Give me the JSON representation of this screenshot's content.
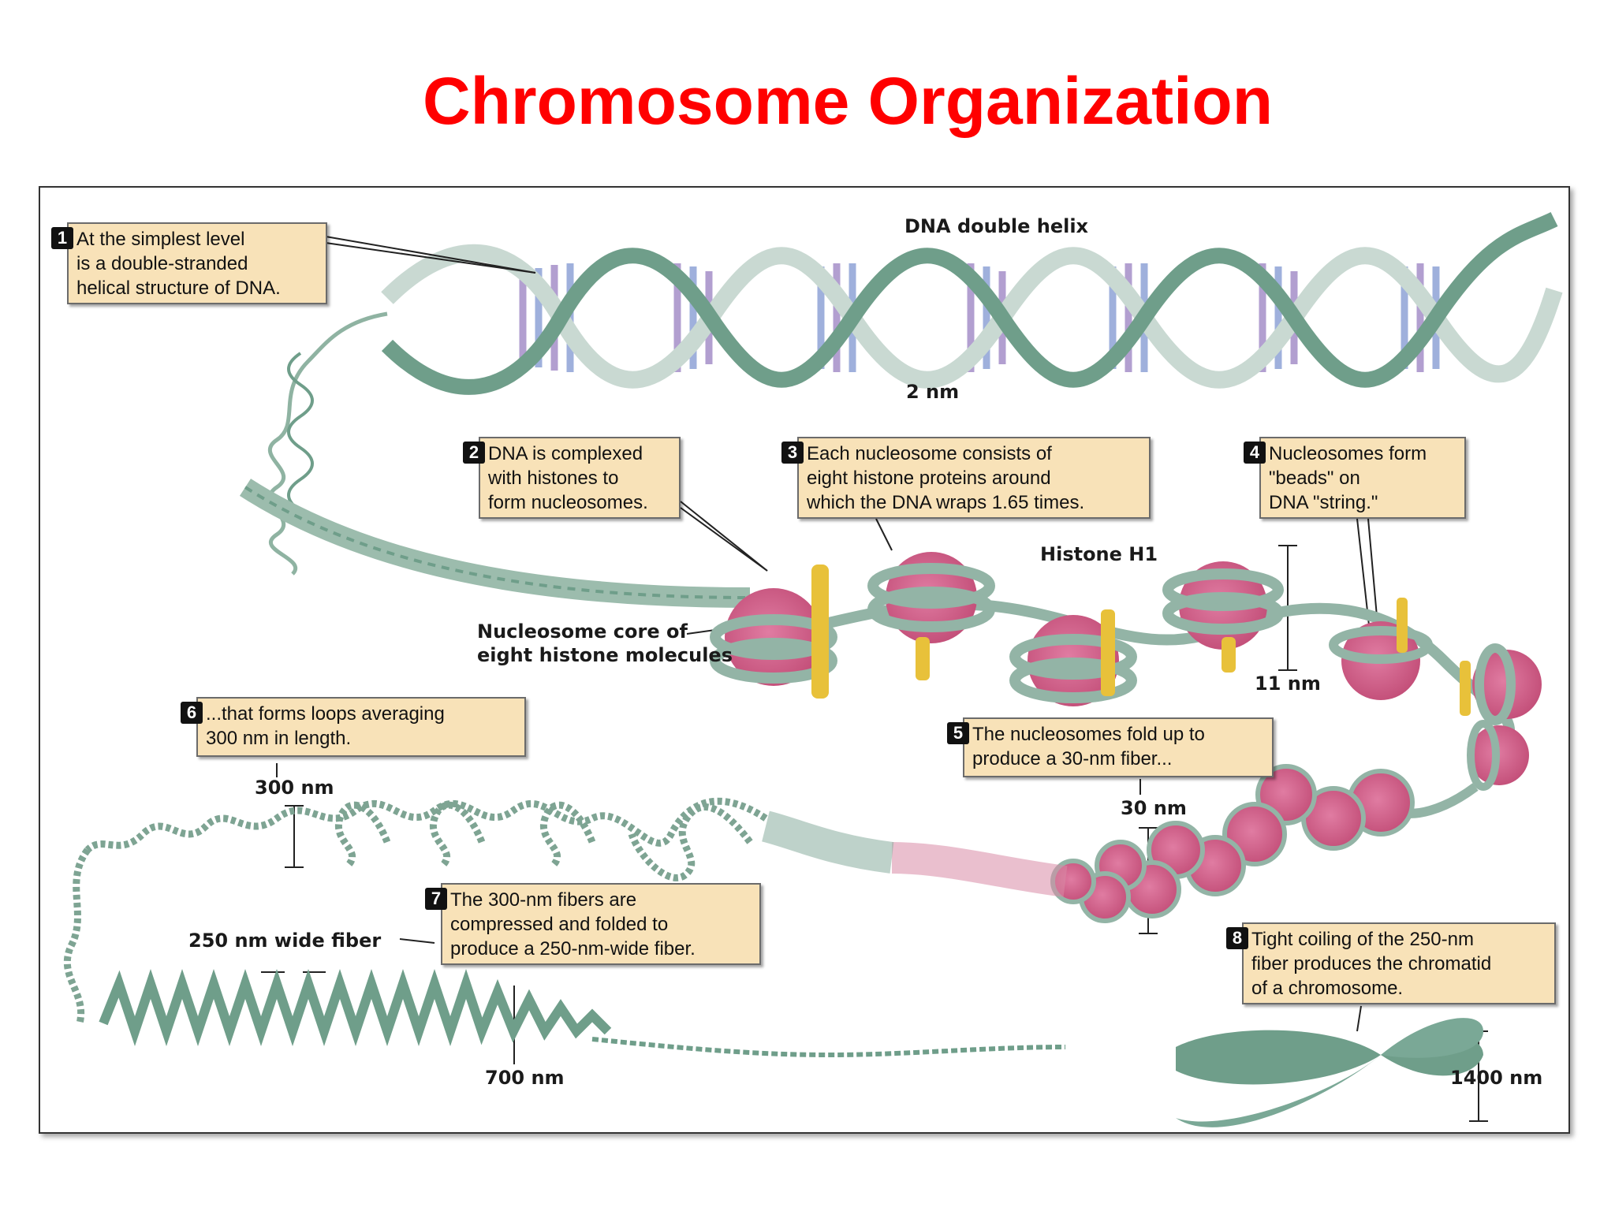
{
  "title": "Chromosome Organization",
  "callouts": [
    {
      "num": "1",
      "text": "At the simplest level\nis a double-stranded\nhelical structure of DNA."
    },
    {
      "num": "2",
      "text": "DNA is complexed\nwith histones to\nform nucleosomes."
    },
    {
      "num": "3",
      "text": "Each nucleosome consists of\neight histone proteins around\nwhich the DNA wraps 1.65 times."
    },
    {
      "num": "4",
      "text": "Nucleosomes form\n\"beads\" on\nDNA \"string.\""
    },
    {
      "num": "5",
      "text": "The nucleosomes fold up to\nproduce a 30-nm fiber..."
    },
    {
      "num": "6",
      "text": "...that forms loops averaging\n300 nm in length."
    },
    {
      "num": "7",
      "text": "The 300-nm fibers are\ncompressed and folded to\nproduce a 250-nm-wide fiber."
    },
    {
      "num": "8",
      "text": "Tight coiling of the 250-nm\nfiber produces the chromatid\nof a chromosome."
    }
  ],
  "labels": {
    "dna_double_helix": "DNA double helix",
    "two_nm": "2 nm",
    "histone_h1": "Histone H1",
    "nucleosome_core": "Nucleosome core of\neight histone molecules",
    "eleven_nm": "11 nm",
    "thirty_nm": "30 nm",
    "three_hundred_nm": "300 nm",
    "fiber_250": "250 nm wide fiber",
    "seven_hundred_nm": "700 nm",
    "fourteen_hundred_nm": "1400 nm"
  },
  "colors": {
    "title": "#ff0000",
    "callout_bg": "#f8e2b8",
    "dna_strand": "#6f9e8a",
    "dna_strand_light": "#c9d9d2",
    "base_pair_violet": "#a58fc8",
    "base_pair_blue": "#8fa3d6",
    "histone_core": "#d05d86",
    "histone_h1": "#e8c13a"
  }
}
